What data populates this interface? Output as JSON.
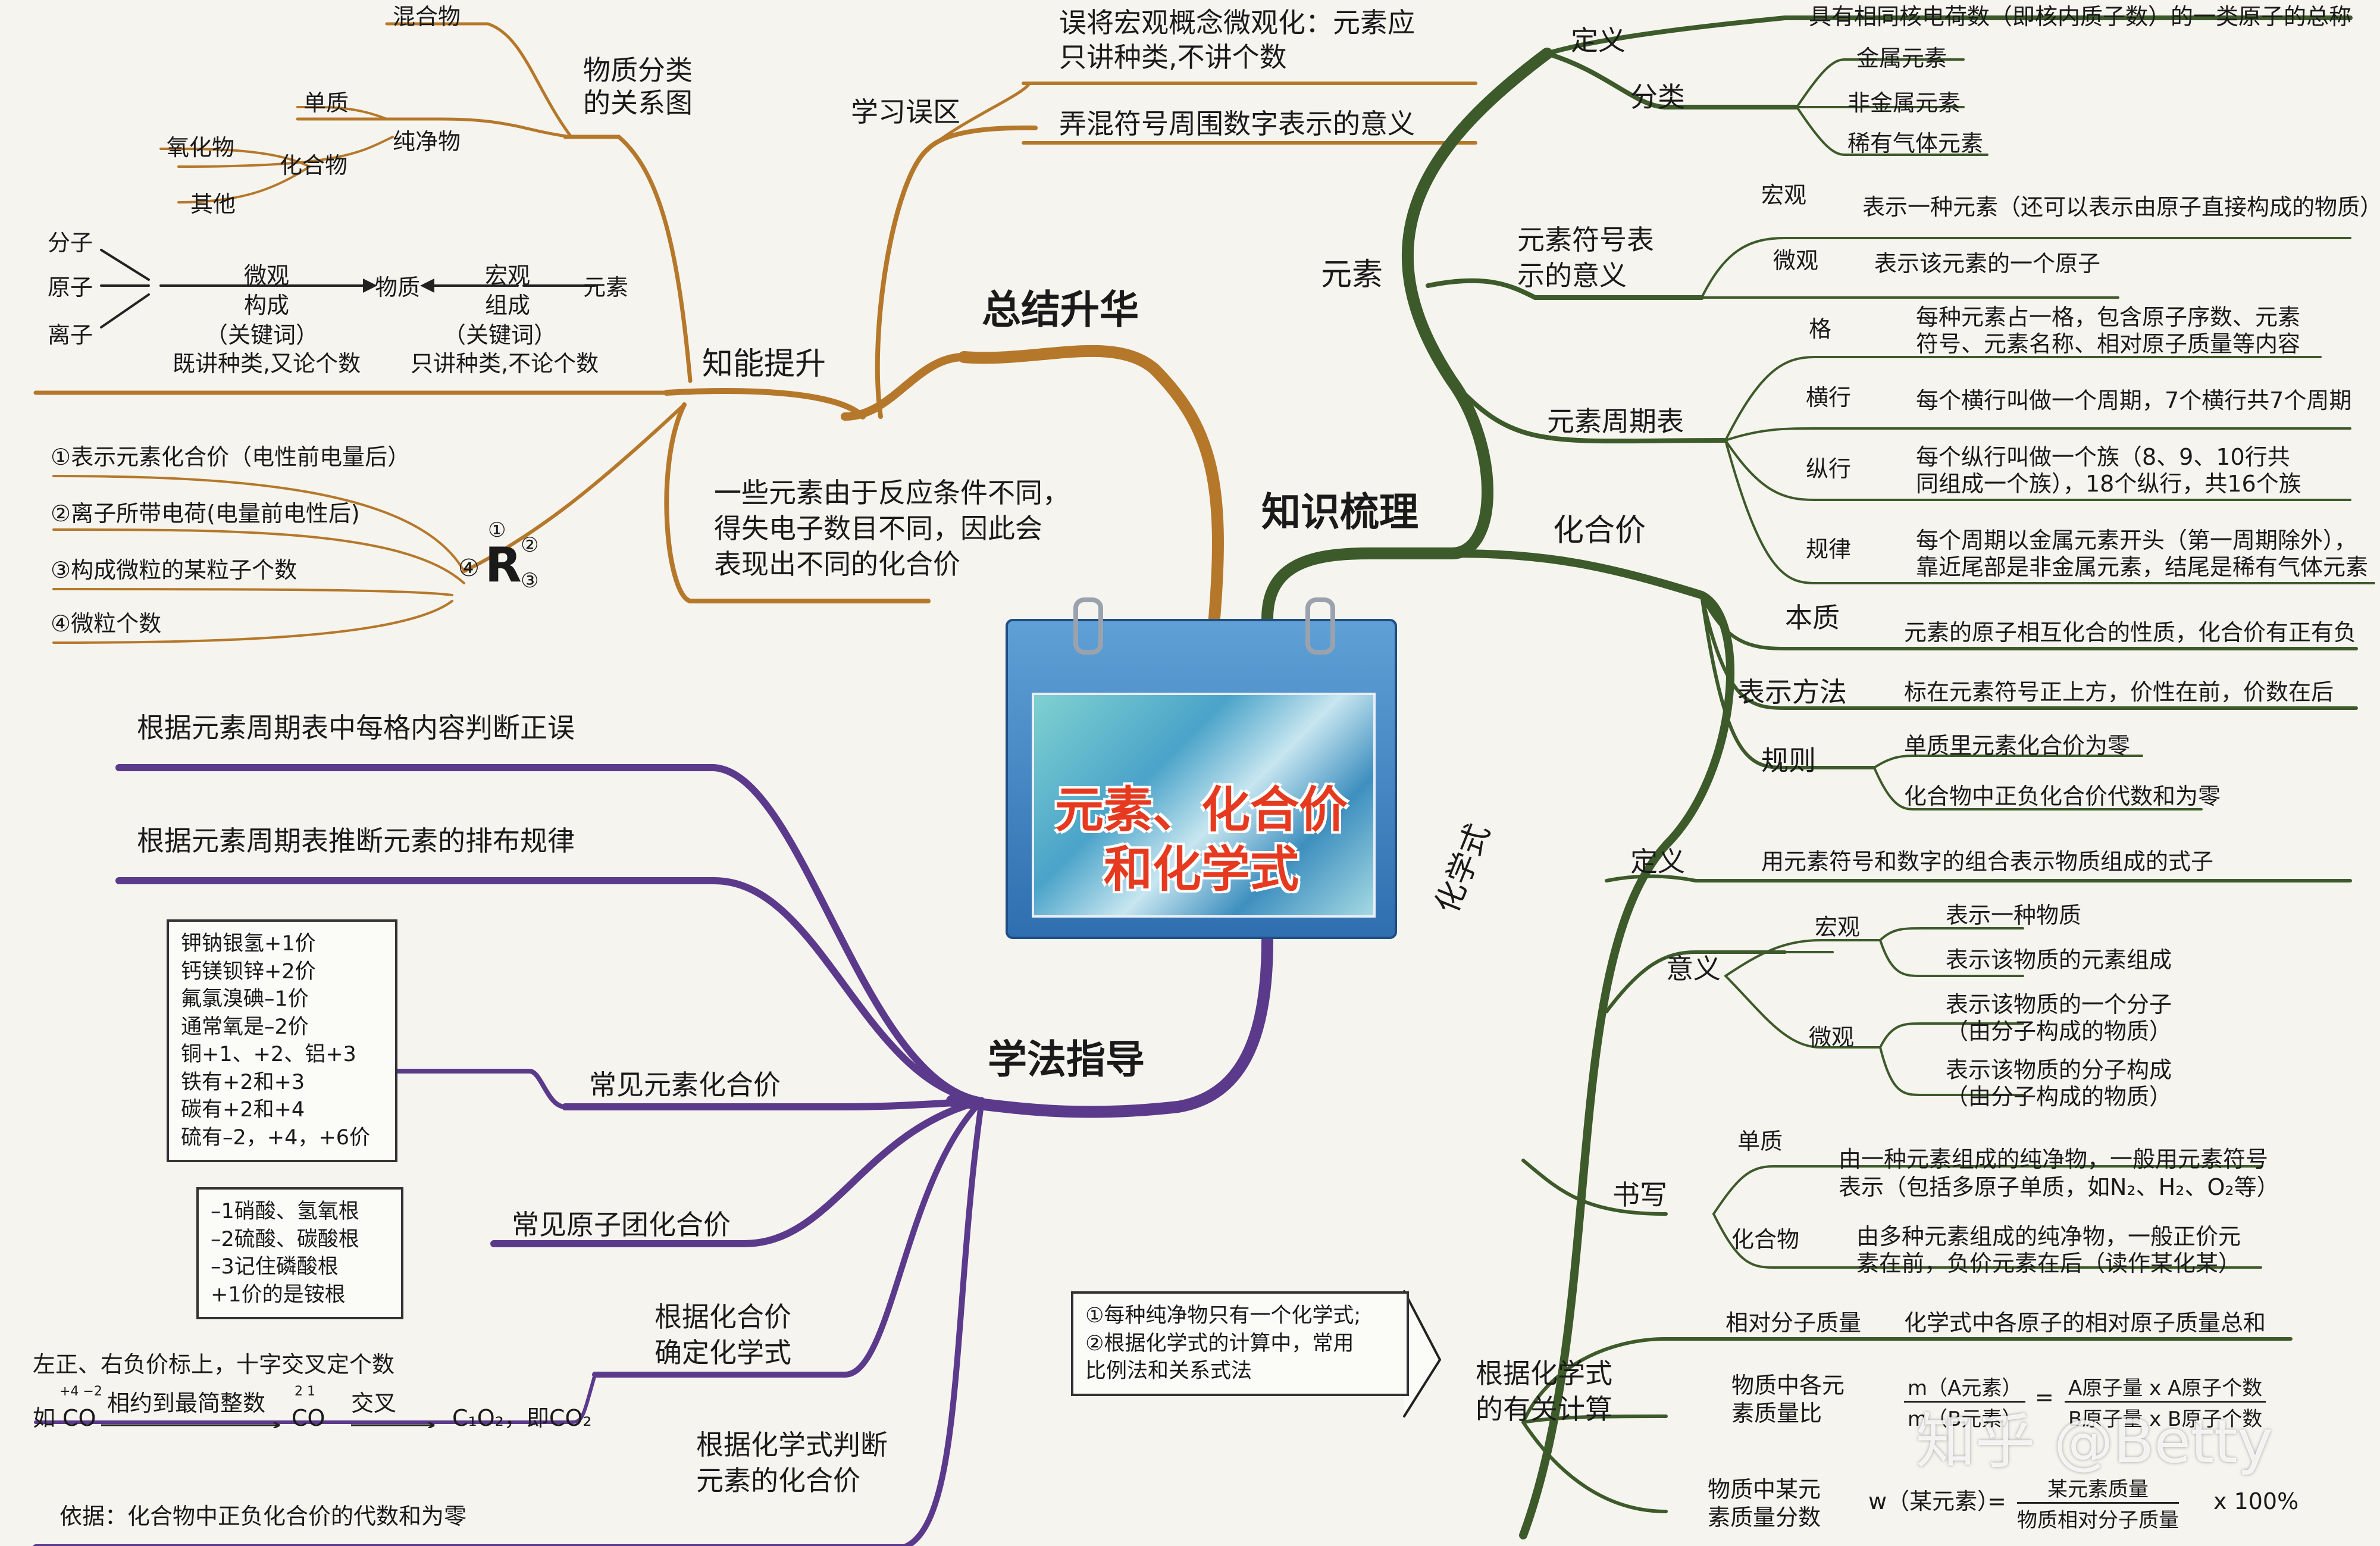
{
  "center": {
    "title_line1": "元素、化合价",
    "title_line2": "和化学式"
  },
  "branches": {
    "summary": "总结升华",
    "knowledge": "知识梳理",
    "method": "学法指导"
  },
  "summary": {
    "mistakes": {
      "label": "学习误区",
      "items": [
        "误将宏观概念微观化：元素应",
        "只讲种类,不讲个数",
        "弄混符号周围数字表示的意义"
      ]
    },
    "ability": {
      "label": "知能提升",
      "classification": {
        "label_line1": "物质分类",
        "label_line2": "的关系图",
        "mixture": "混合物",
        "pure": "纯净物",
        "element_substance": "单质",
        "compound": "化合物",
        "oxide": "氧化物",
        "other": "其他"
      },
      "micro_macro": {
        "molecule": "分子",
        "atom": "原子",
        "ion": "离子",
        "micro": "微观",
        "compose1": "构成",
        "kw1": "（关键词）",
        "desc1": "既讲种类,又论个数",
        "substance": "物质",
        "macro": "宏观",
        "compose2": "组成",
        "kw2": "（关键词）",
        "desc2": "只讲种类,不论个数",
        "element": "元素"
      },
      "symbol_numbers": [
        "①表示元素化合价（电性前电量后）",
        "②离子所带电荷(电量前电性后)",
        "③构成微粒的某粒子个数",
        "④微粒个数"
      ],
      "symbol": {
        "r": "R",
        "n1": "①",
        "n2": "②",
        "n3": "③",
        "n4": "④"
      }
    },
    "valence_note": [
      "一些元素由于反应条件不同，",
      "得失电子数目不同，因此会",
      "表现出不同的化合价"
    ]
  },
  "knowledge": {
    "element": {
      "label": "元素",
      "definition": {
        "label": "定义",
        "text": "具有相同核电荷数（即核内质子数）的一类原子的总称"
      },
      "classes": {
        "label": "分类",
        "items": [
          "金属元素",
          "非金属元素",
          "稀有气体元素"
        ]
      },
      "symbol_meaning": {
        "label_line1": "元素符号表",
        "label_line2": "示的意义",
        "macro": "宏观",
        "macro_text": "表示一种元素（还可以表示由原子直接构成的物质）",
        "micro": "微观",
        "micro_text": "表示该元素的一个原子"
      },
      "periodic_table": {
        "label": "元素周期表",
        "cell": "格",
        "cell_text1": "每种元素占一格，包含原子序数、元素",
        "cell_text2": "符号、元素名称、相对原子质量等内容",
        "row": "横行",
        "row_text": "每个横行叫做一个周期，7个横行共7个周期",
        "col": "纵行",
        "col_text1": "每个纵行叫做一个族（8、9、10行共",
        "col_text2": "同组成一个族），18个纵行，共16个族",
        "rule": "规律",
        "rule_text1": "每个周期以金属元素开头（第一周期除外），",
        "rule_text2": "靠近尾部是非金属元素，结尾是稀有气体元素"
      }
    },
    "valence": {
      "label": "化合价",
      "essence": "本质",
      "essence_text": "元素的原子相互化合的性质，化合价有正有负",
      "notation": "表示方法",
      "notation_text": "标在元素符号正上方，价性在前，价数在后",
      "rules": "规则",
      "rule1": "单质里元素化合价为零",
      "rule2": "化合物中正负化合价代数和为零"
    },
    "formula": {
      "label": "化学式",
      "definition": "定义",
      "definition_text": "用元素符号和数字的组合表示物质组成的式子",
      "meaning": "意义",
      "macro": "宏观",
      "macro1": "表示一种物质",
      "macro2": "表示该物质的元素组成",
      "micro": "微观",
      "micro1a": "表示该物质的一个分子",
      "micro1b": "（由分子构成的物质）",
      "micro2a": "表示该物质的分子构成",
      "micro2b": "（由分子构成的物质）",
      "writing": "书写",
      "elem_sub": "单质",
      "elem_text1": "由一种元素组成的纯净物，一般用元素符号",
      "elem_text2": "表示（包括多原子单质，如N₂、H₂、O₂等）",
      "compound": "化合物",
      "comp_text1": "由多种元素组成的纯净物，一般正价元",
      "comp_text2": "素在前，负价元素在后（读作某化某）",
      "calc": {
        "label_line1": "根据化学式",
        "label_line2": "的有关计算",
        "mr": "相对分子质量",
        "mr_text": "化学式中各原子的相对原子质量总和",
        "ratio_line1": "物质中各元",
        "ratio_line2": "素质量比",
        "ratio_lhs_num": "m（A元素）",
        "ratio_lhs_den": "m（B元素）",
        "eq": "=",
        "ratio_rhs_num": "A原子量 x A原子个数",
        "ratio_rhs_den": "B原子量 x B原子个数",
        "frac_line1": "物质中某元",
        "frac_line2": "素质量分数",
        "w_label": "w（某元素）",
        "eq2": "=",
        "w_num": "某元素质量",
        "w_den": "物质相对分子质量",
        "w_tail": "x 100%"
      },
      "callout": [
        "①每种纯净物只有一个化学式;",
        "②根据化学式的计算中，常用",
        "比例法和关系式法"
      ]
    }
  },
  "method": {
    "judge_cell": "根据元素周期表中每格内容判断正误",
    "infer_rule": "根据元素周期表推断元素的排布规律",
    "common_valence": {
      "label": "常见元素化合价",
      "mnemonic": [
        "钾钠银氢+1价",
        "钙镁钡锌+2价",
        "氟氯溴碘–1价",
        "通常氧是–2价",
        "铜+1、+2、铝+3",
        "铁有+2和+3",
        "碳有+2和+4",
        "硫有–2，+4，+6价"
      ]
    },
    "common_group": {
      "label": "常见原子团化合价",
      "mnemonic": [
        "–1硝酸、氢氧根",
        "–2硫酸、碳酸根",
        "–3记住磷酸根",
        "+1价的是铵根"
      ]
    },
    "write_formula": {
      "label_line1": "根据化合价",
      "label_line2": "确定化学式",
      "rule": "左正、右负价标上，十字交叉定个数",
      "ex_prefix": "如",
      "ex_co1": "CO",
      "ex_co1_sup": "+4 −2",
      "ex_step1": "相约到最简整数",
      "ex_co2": "CO",
      "ex_co2_sup": "2  1",
      "ex_step2": "交叉",
      "ex_result": "C₁O₂，即CO₂"
    },
    "judge_valence": {
      "label_line1": "根据化学式判断",
      "label_line2": "元素的化合价",
      "basis": "依据：化合物中正负化合价的代数和为零"
    }
  },
  "watermark": "知乎 @Betty",
  "colors": {
    "summary": "#b5782a",
    "knowledge": "#3d5a2a",
    "method": "#5b3a8c",
    "title": "#e53a1f",
    "background": "#f6f4ef"
  }
}
